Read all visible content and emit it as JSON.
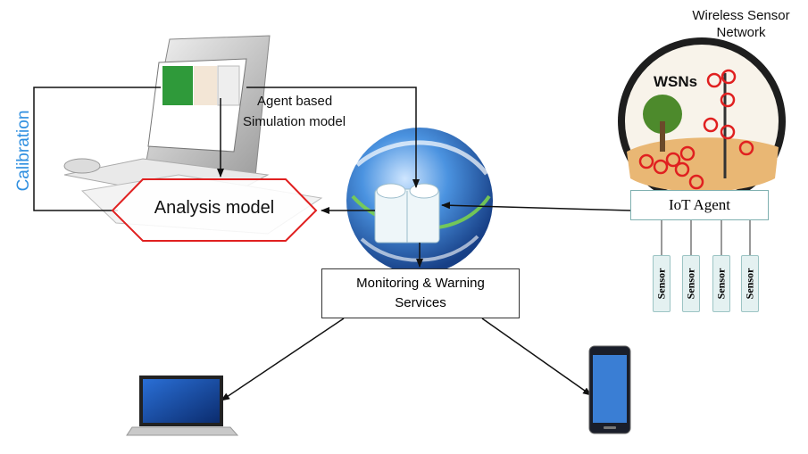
{
  "diagram": {
    "calibration_label": "Calibration",
    "agent_model_label_line1": "Agent based",
    "agent_model_label_line2": "Simulation model",
    "analysis_model_label": "Analysis model",
    "monitoring_label_line1": "Monitoring & Warning",
    "monitoring_label_line2": "Services",
    "wsn_title_line1": "Wireless Sensor",
    "wsn_title_line2": "Network",
    "wsn_image_label": "WSNs",
    "iot_agent_label": "IoT Agent",
    "sensors": [
      "Sensor",
      "Sensor",
      "Sensor",
      "Sensor"
    ]
  },
  "colors": {
    "calibration": "#2f8fe0",
    "hexagon_stroke": "#e02020",
    "globe": "#2a72c8",
    "sensor_marker": "#e02020"
  },
  "icons": [
    "desktop-computer-icon",
    "globe-database-icon",
    "laptop-icon",
    "smartphone-icon",
    "wsn-field-image"
  ]
}
